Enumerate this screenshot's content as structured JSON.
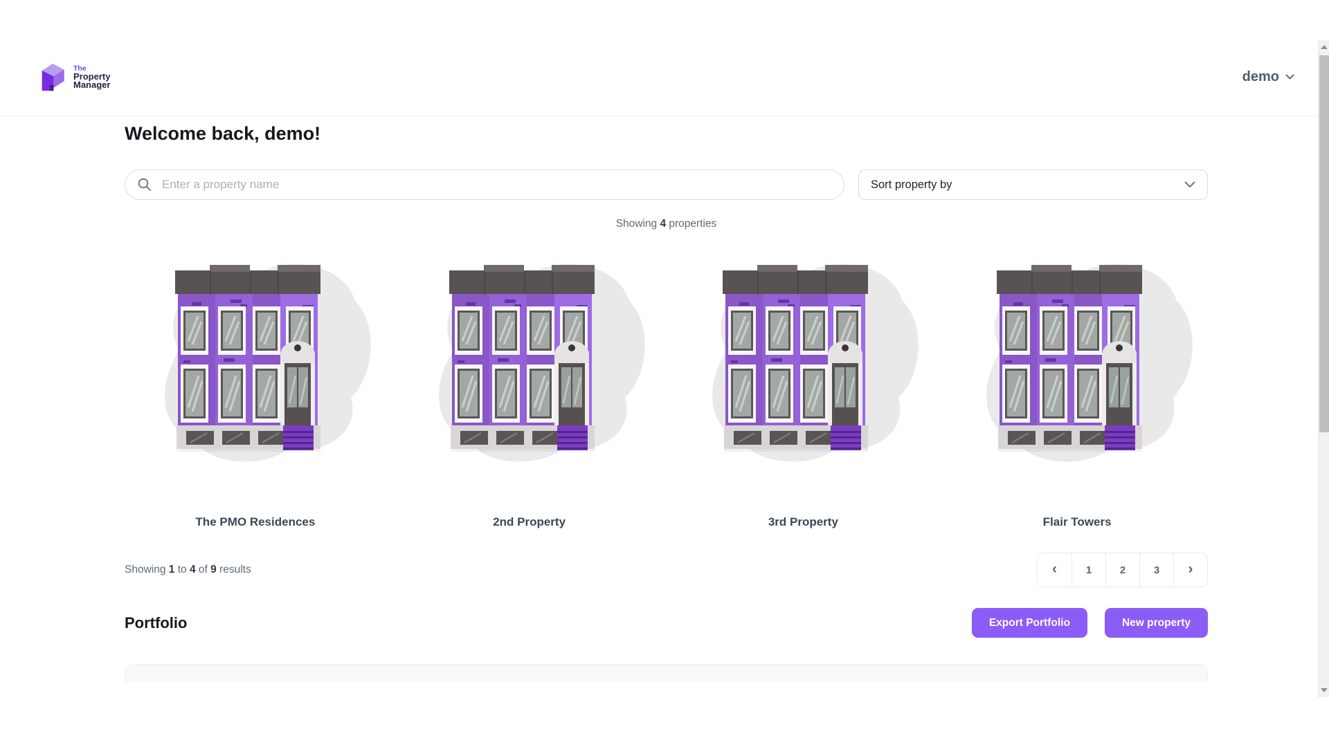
{
  "colors": {
    "accent": "#8b5cf6",
    "logo_purple": "#7c3aed"
  },
  "header": {
    "logo": {
      "icon": "cube-p-logo",
      "line1": "The",
      "line2": "Property",
      "line3": "Manager"
    },
    "user_menu": {
      "label": "demo",
      "icon": "chevron-down"
    }
  },
  "main": {
    "welcome_title": "Welcome back, demo!",
    "search_placeholder": "Enter a property name",
    "search_icon": "magnifying-glass",
    "sort_label": "Sort property by",
    "sort_icon": "chevron-down",
    "properties_count": {
      "part1": "Showing ",
      "bold": "4",
      "part2": " properties"
    },
    "properties": [
      {
        "name": "The PMO Residences",
        "illustration": "purple-townhouse"
      },
      {
        "name": "2nd Property",
        "illustration": "purple-townhouse"
      },
      {
        "name": "3rd Property",
        "illustration": "purple-townhouse"
      },
      {
        "name": "Flair Towers",
        "illustration": "purple-townhouse"
      }
    ],
    "results_summary": {
      "part1": "Showing ",
      "bold1": "1",
      "part2": " to ",
      "bold2": "4",
      "part3": " of ",
      "bold3": "9",
      "part4": " results"
    },
    "pagination": {
      "prev": "‹",
      "pages": [
        "1",
        "2",
        "3"
      ],
      "next": "›"
    },
    "portfolio": {
      "title": "Portfolio",
      "export_label": "Export Portfolio",
      "new_label": "New property"
    }
  }
}
